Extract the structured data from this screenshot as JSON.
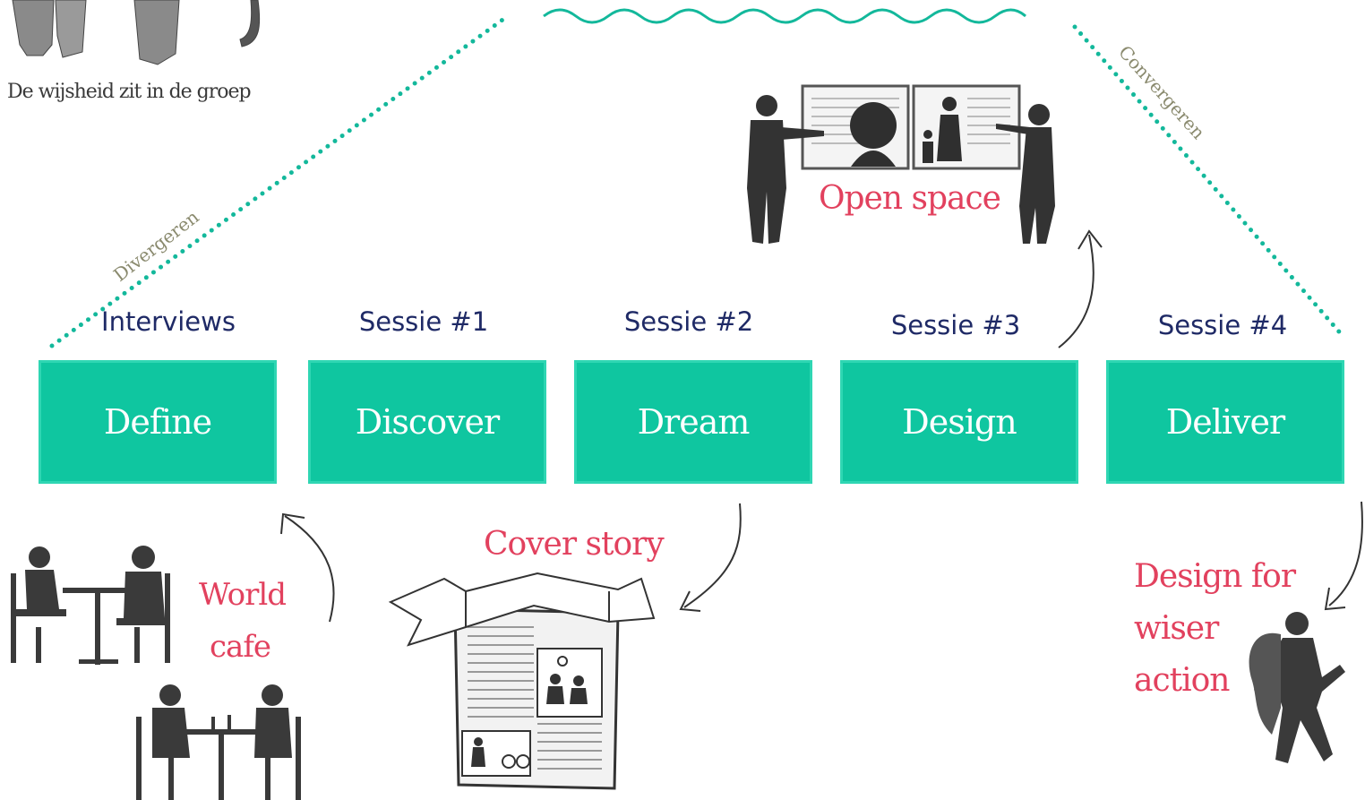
{
  "header": {
    "caption": "De wijsheid zit in de groep"
  },
  "diagram": {
    "diverge_label": "Divergeren",
    "converge_label": "Convergeren",
    "stages": [
      {
        "session": "Interviews",
        "phase": "Define"
      },
      {
        "session": "Sessie #1",
        "phase": "Discover"
      },
      {
        "session": "Sessie #2",
        "phase": "Dream"
      },
      {
        "session": "Sessie #3",
        "phase": "Design"
      },
      {
        "session": "Sessie #4",
        "phase": "Deliver"
      }
    ]
  },
  "methods": {
    "open_space": "Open space",
    "world_cafe_line1": "World",
    "world_cafe_line2": "cafe",
    "cover_story": "Cover story",
    "design_line1": "Design for",
    "design_line2": "wiser",
    "design_line3": "action"
  },
  "colors": {
    "phase_box": "#0fc6a0",
    "dotted_line": "#13b89b",
    "session_text": "#1f2a66",
    "method_text": "#e2415e",
    "silhouette": "#3d3d3d"
  },
  "icons": [
    "elephant-icon",
    "presenters-icon",
    "cafe-tables-icon",
    "newspaper-icon",
    "superhero-icon",
    "curved-arrow-icon"
  ]
}
